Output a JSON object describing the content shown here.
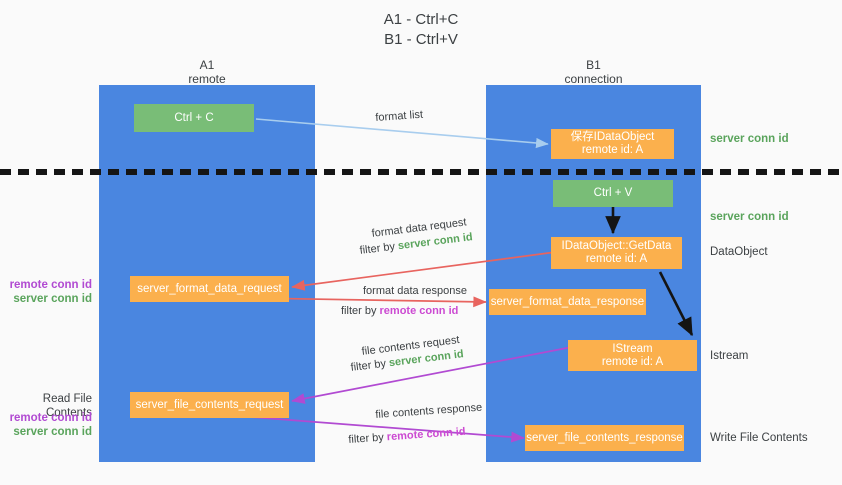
{
  "title": {
    "line1": "A1 - Ctrl+C",
    "line2": "B1 - Ctrl+V"
  },
  "columns": [
    {
      "name": "A1",
      "sub": "remote"
    },
    {
      "name": "B1",
      "sub": "connection"
    }
  ],
  "boxes": {
    "ctrl_c": "Ctrl + C",
    "ctrl_v": "Ctrl + V",
    "save_idataobject_l1": "保存IDataObject",
    "save_idataobject_l2": "remote id: A",
    "getdata_l1": "IDataObject::GetData",
    "getdata_l2": "remote id: A",
    "istream_l1": "IStream",
    "istream_l2": "remote id: A",
    "server_format_data_request": "server_format_data_request",
    "server_format_data_response": "server_format_data_response",
    "server_file_contents_request": "server_file_contents_request",
    "server_file_contents_response": "server_file_contents_response"
  },
  "edge_labels": {
    "format_list": "format list",
    "format_data_request": "format data request",
    "format_data_request_filter_prefix": "filter by ",
    "format_data_request_filter_value": "server conn id",
    "format_data_response": "format data response",
    "format_data_response_filter_prefix": "filter by ",
    "format_data_response_filter_value": "remote conn id",
    "file_contents_request": "file contents request",
    "file_contents_request_filter_prefix": "filter by ",
    "file_contents_request_filter_value": "server conn id",
    "file_contents_response": "file contents response",
    "file_contents_response_filter_prefix": "filter by ",
    "file_contents_response_filter_value": "remote conn id"
  },
  "side_labels": {
    "left_mid_remote": "remote conn id",
    "left_mid_server": "server conn id",
    "left_read_file_contents": "Read File Contents",
    "left_low_remote": "remote conn id",
    "left_low_server": "server conn id",
    "right_top_server": "server conn id",
    "right_second_server": "server conn id",
    "right_dataobject": "DataObject",
    "right_istream": "Istream",
    "right_write_file_contents": "Write File Contents"
  },
  "colors": {
    "lane": "#4a86e0",
    "green_box": "#79bd77",
    "orange_box": "#fbb04d",
    "arrow_blue": "#a8cdee",
    "arrow_red": "#e8645f",
    "arrow_purple": "#b14ad2",
    "arrow_black": "#1a1a1a",
    "green_text": "#5aa45c",
    "purple_text": "#b14ad2",
    "background": "#fafafa"
  }
}
